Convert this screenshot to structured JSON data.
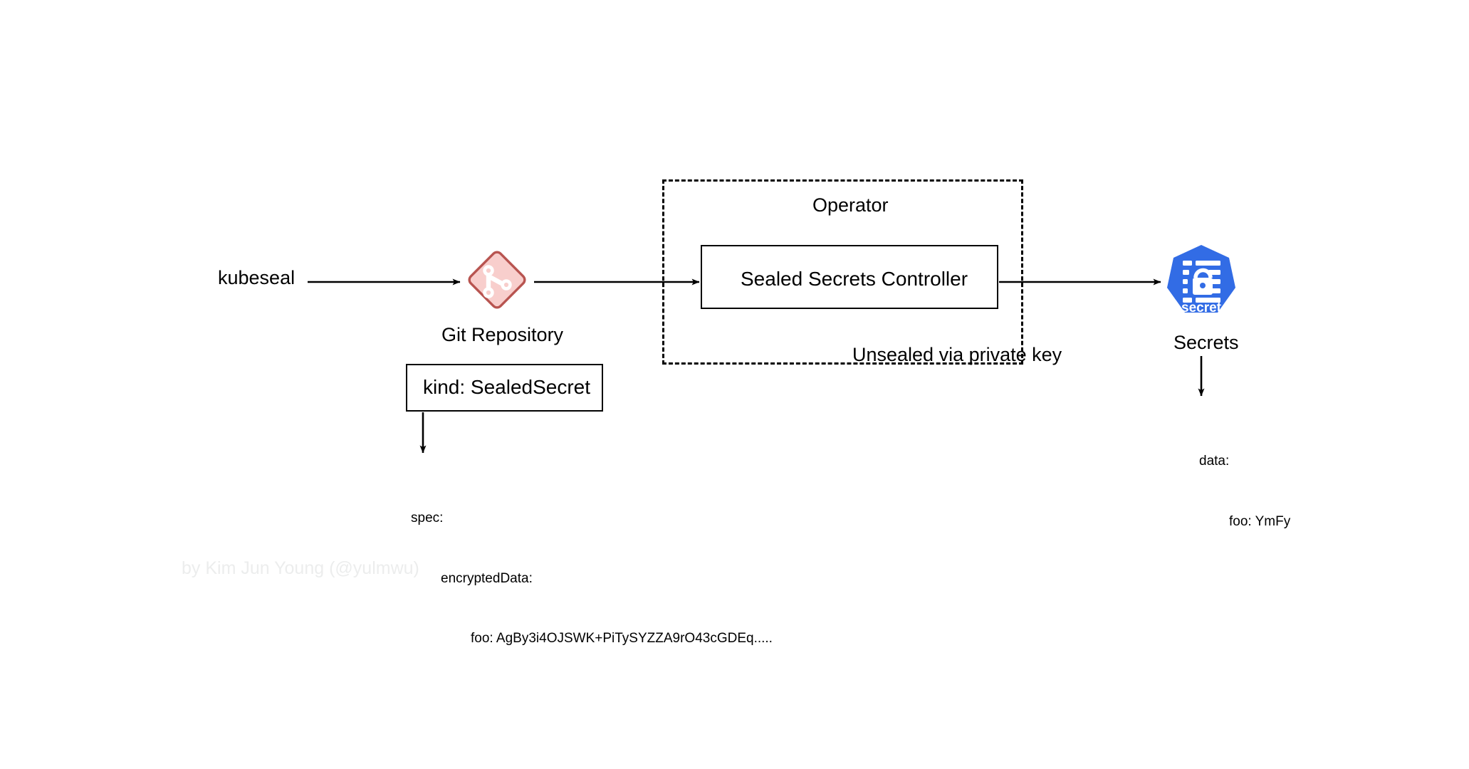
{
  "diagram": {
    "title": "Sealed Secrets workflow",
    "background_color": "#ffffff",
    "stroke_color": "#000000"
  },
  "nodes": {
    "kubeseal": {
      "label": "kubeseal"
    },
    "git_repository": {
      "label": "Git Repository",
      "icon": "git-diamond-icon",
      "fill_color": "#f8cecc",
      "stroke_color": "#b85450"
    },
    "sealed_secret_manifest": {
      "label": "kind: SealedSecret"
    },
    "operator": {
      "label": "Operator"
    },
    "controller": {
      "label": "Sealed Secrets Controller"
    },
    "unsealed_note": {
      "label": "Unsealed via private key"
    },
    "secrets": {
      "label": "Secrets",
      "icon": "kubernetes-secret-icon",
      "icon_caption": "secret",
      "fill_color": "#326ce5"
    }
  },
  "yaml_sealed": {
    "line1": "spec:",
    "line2": "encryptedData:",
    "line3": "foo: AgBy3i4OJSWK+PiTySYZZA9rO43cGDEq....."
  },
  "yaml_plain": {
    "line1": "data:",
    "line2": "foo: YmFy"
  },
  "watermark": {
    "text": "by Kim Jun Young (@yulmwu)",
    "color": "#eceded"
  }
}
